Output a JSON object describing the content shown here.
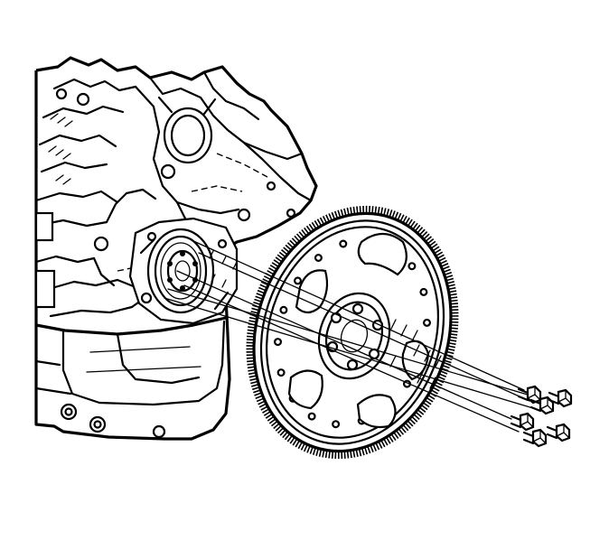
{
  "figure": {
    "parts": [
      {
        "name": "engine-block",
        "icon": "engine-block-icon"
      },
      {
        "name": "rear-main-seal-housing",
        "icon": "seal-housing-icon"
      },
      {
        "name": "crankshaft-flange",
        "icon": "crankshaft-flange-icon"
      },
      {
        "name": "flexplate",
        "icon": "flexplate-icon"
      },
      {
        "name": "flexplate-bolts",
        "icon": "bolt-icon"
      }
    ],
    "bolt_count": 6
  }
}
